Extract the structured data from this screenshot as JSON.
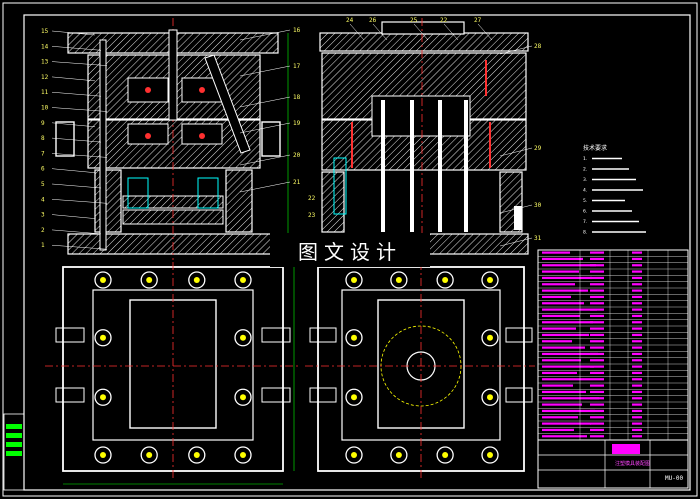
{
  "watermark": "图文设计",
  "drawing_number": "MU-00",
  "title_block_text": "注塑模具装配图",
  "left_callouts": [
    "15",
    "14",
    "13",
    "12",
    "11",
    "10",
    "9",
    "8",
    "7",
    "6",
    "5",
    "4",
    "3",
    "2",
    "1"
  ],
  "mid_callouts": [
    "16",
    "17",
    "18",
    "19",
    "20",
    "21"
  ],
  "right_top_callouts": [
    "24",
    "26",
    "25",
    "22",
    "27"
  ],
  "right_side_callouts": [
    "28",
    "29",
    "30",
    "31"
  ],
  "right_bottom_callouts": [
    "22",
    "23"
  ],
  "tech_notes_title": "技术要求",
  "tech_notes": [
    "1.",
    "2.",
    "3.",
    "4.",
    "5.",
    "6.",
    "7.",
    "8."
  ],
  "bom_row_count": 30,
  "colors": {
    "outline": "#ffffff",
    "hatch": "#ffffff",
    "center": "#ff3030",
    "dim": "#00ff00",
    "magenta": "#ff00ff",
    "yellow": "#ffff00",
    "cyan": "#00ffff"
  }
}
